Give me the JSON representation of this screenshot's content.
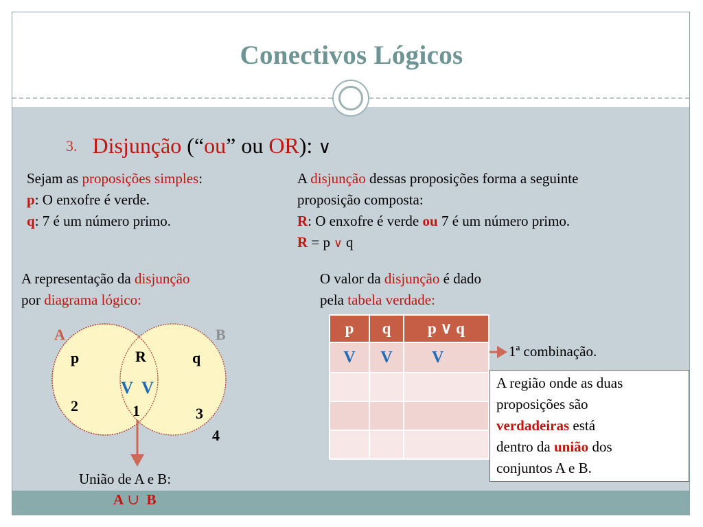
{
  "slide": {
    "title": "Conectivos Lógicos"
  },
  "heading": {
    "number": "3.",
    "word": "Disjunção",
    "open": " (“",
    "ou": "ou",
    "mid": "” ou ",
    "or": "OR",
    "close": "): ",
    "symbol": "∨"
  },
  "left_block": {
    "intro": "Sejam as ",
    "intro_highlight": "proposições simples",
    "intro_end": ":",
    "p_label": "p",
    "p_text": ": O enxofre é verde.",
    "q_label": "q",
    "q_text": ": 7 é um número primo."
  },
  "right_block": {
    "line1_a": "A ",
    "line1_highlight": "disjunção",
    "line1_b": " dessas proposições forma a seguinte",
    "line2": "proposição composta:",
    "r_label": "R",
    "r_text_a": ": O enxofre é verde ",
    "r_ou": "ou",
    "r_text_b": " 7 é um número primo.",
    "r2_label": "R",
    "r2_text_a": " = p ",
    "r2_symbol": "∨",
    "r2_text_b": " q"
  },
  "diagram_caption": {
    "line1_a": "A representação da ",
    "line1_highlight": "disjunção",
    "line2_a": "por ",
    "line2_highlight": "diagrama lógico:"
  },
  "table_caption": {
    "line1_a": "O valor da ",
    "line1_highlight": "disjunção",
    "line1_b": " é dado",
    "line2_a": "pela ",
    "line2_highlight": "tabela verdade:"
  },
  "venn": {
    "set_a": "A",
    "set_b": "B",
    "left_label": "p",
    "center_label": "R",
    "right_label": "q",
    "value_1": "V",
    "value_2": "V",
    "region_2": "2",
    "region_1": "1",
    "region_3": "3",
    "region_4": "4",
    "fill_color": "#fdf5c4",
    "stroke_color": "#b3423a"
  },
  "union": {
    "label": "União de A e B:",
    "expr_a": "A",
    "expr_op": "∪",
    "expr_b": "B"
  },
  "truth_table": {
    "headers": [
      "p",
      "q",
      "p ∨ q"
    ],
    "rows": [
      [
        "V",
        "V",
        "V"
      ],
      [
        "",
        "",
        ""
      ],
      [
        "",
        "",
        ""
      ],
      [
        "",
        "",
        ""
      ]
    ]
  },
  "first_combination": {
    "label": "1ª combinação."
  },
  "region_note": {
    "line1": "A região onde as duas",
    "line2": "proposições são",
    "highlight1": "verdadeiras",
    "line3_b": " está",
    "line4_a": "dentro da ",
    "highlight2": "união",
    "line4_b": " dos",
    "line5": "conjuntos A e B."
  },
  "colors": {
    "accent_red": "#c0160f",
    "accent_blue": "#1f6bb8",
    "title": "#6e9494",
    "content_bg": "#c6d1d8",
    "footer": "#8aabab",
    "table_header": "#c65d45",
    "arrow": "#cd6a57"
  }
}
